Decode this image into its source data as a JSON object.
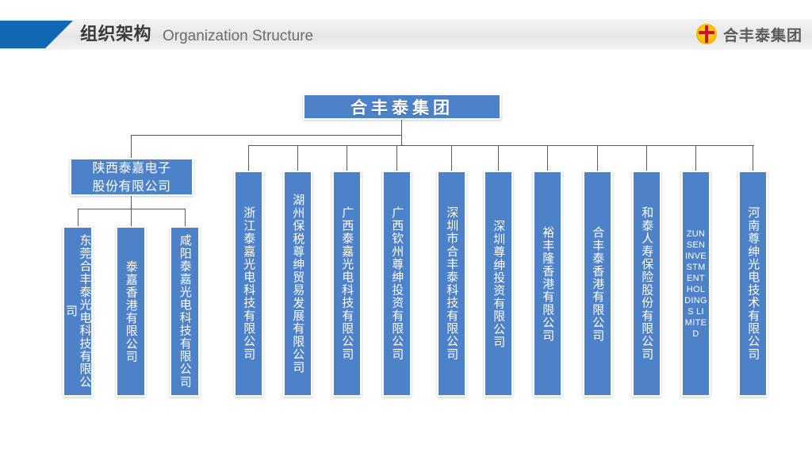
{
  "header": {
    "title_zh": "组织架构",
    "title_en": "Organization Structure",
    "brand_name": "合丰泰集团",
    "brand_mark_icon": "cross-in-circle-logo-icon",
    "accent_color": "#1268b3",
    "bar_color": "#ebebeb"
  },
  "theme": {
    "node_fill": "#4d82c8",
    "node_border": "#ffffff",
    "node_text": "#ffffff",
    "connector": "#595959"
  },
  "chart_data": {
    "type": "tree",
    "title": "组织架构 Organization Structure",
    "root": {
      "id": "root",
      "label": "合丰泰集团",
      "orientation": "horizontal"
    },
    "branch": {
      "id": "shaanxi",
      "label": "陕西泰嘉电子股份有限公司",
      "label_lines": [
        "陕西泰嘉电子",
        "股份有限公司"
      ],
      "orientation": "horizontal",
      "children": [
        {
          "id": "dongguan",
          "label": "东莞合丰泰光电科技有限公司",
          "orientation": "vertical"
        },
        {
          "id": "taijia-hk",
          "label": "泰嘉香港有限公司",
          "orientation": "vertical"
        },
        {
          "id": "xianyang",
          "label": "咸阳泰嘉光电科技有限公司",
          "orientation": "vertical"
        }
      ]
    },
    "subsidiaries": [
      {
        "id": "zhejiang",
        "label": "浙江泰嘉光电科技有限公司",
        "orientation": "vertical"
      },
      {
        "id": "huzhou",
        "label": "湖州保税尊绅贸易发展有限公司",
        "orientation": "vertical"
      },
      {
        "id": "guangxi",
        "label": "广西泰嘉光电科技有限公司",
        "orientation": "vertical"
      },
      {
        "id": "qinzhou",
        "label": "广西钦州尊绅投资有限公司",
        "orientation": "vertical"
      },
      {
        "id": "shenzhen-kj",
        "label": "深圳市合丰泰科技有限公司",
        "orientation": "vertical"
      },
      {
        "id": "shenzhen-zs",
        "label": "深圳尊绅投资有限公司",
        "orientation": "vertical"
      },
      {
        "id": "yufenglong",
        "label": "裕丰隆香港有限公司",
        "orientation": "vertical"
      },
      {
        "id": "hftai-hk",
        "label": "合丰泰香港有限公司",
        "orientation": "vertical"
      },
      {
        "id": "hetai-life",
        "label": "和泰人寿保险股份有限公司",
        "orientation": "vertical"
      },
      {
        "id": "zunsen",
        "label": "ZUNSEN INVESTMENT HOLDINGS LIMITED",
        "orientation": "horizontal-en"
      },
      {
        "id": "henan",
        "label": "河南尊绅光电技术有限公司",
        "orientation": "vertical"
      }
    ]
  }
}
